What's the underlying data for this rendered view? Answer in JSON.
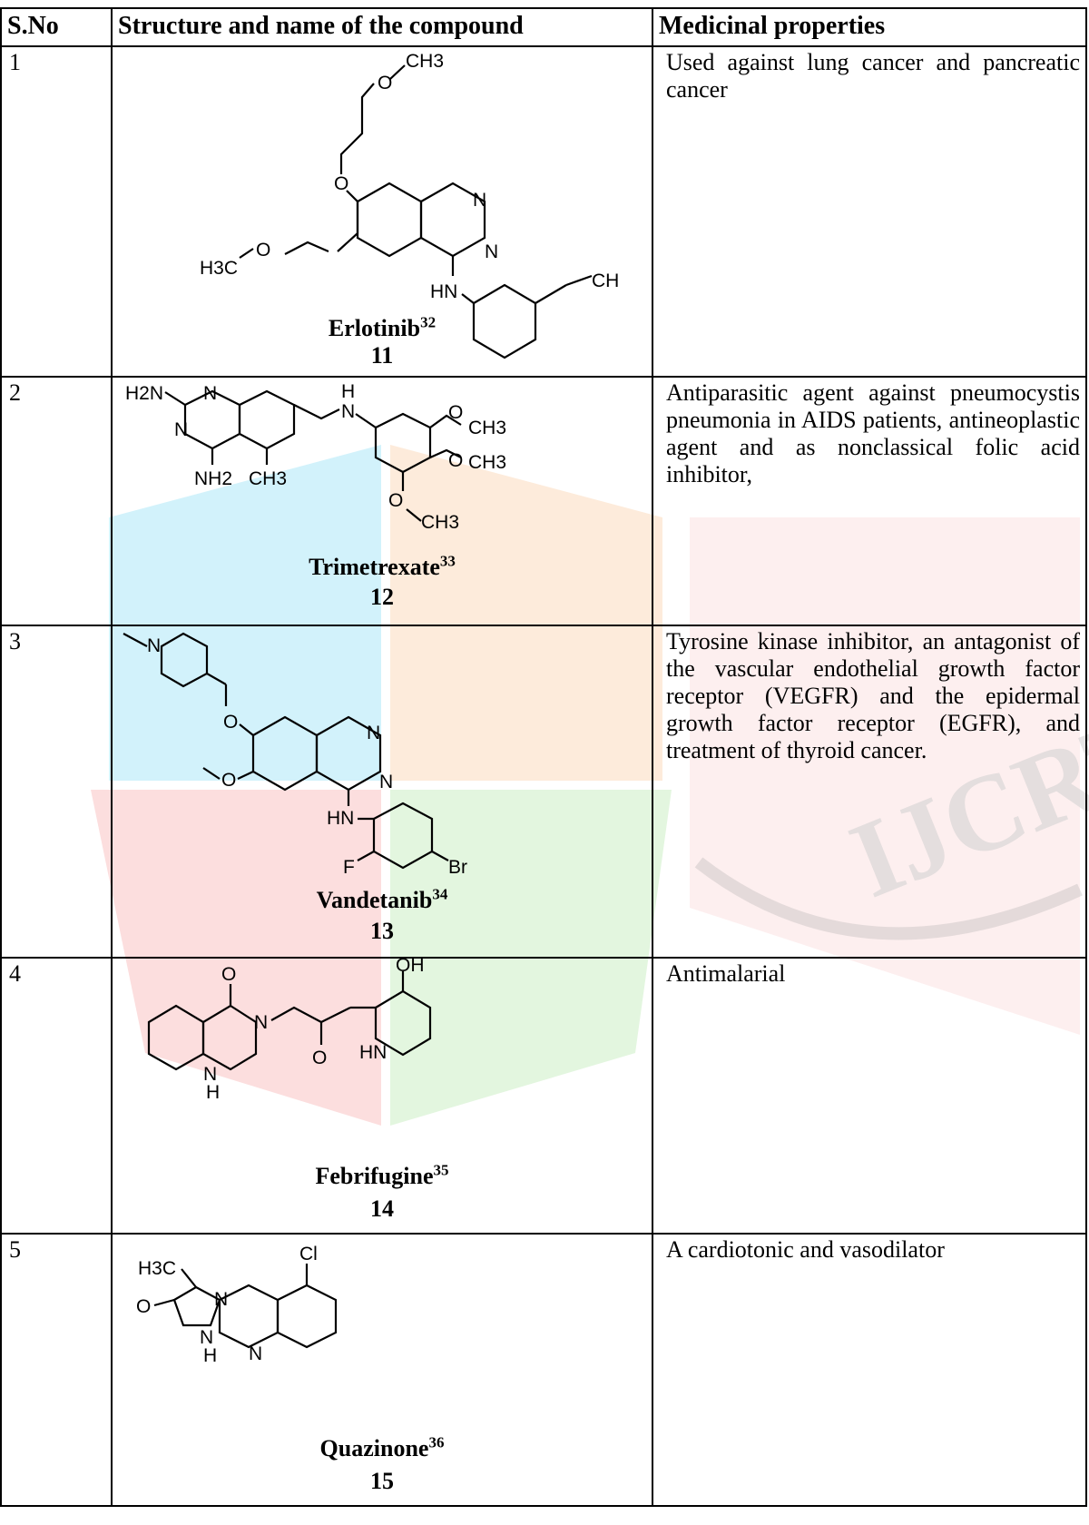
{
  "header": {
    "col_sno": "S.No",
    "col_structure": "Structure and  name of the compound",
    "col_properties": "Medicinal properties"
  },
  "rows": [
    {
      "sno": "1",
      "name": "Erlotinib",
      "ref": "32",
      "number": "11",
      "properties": "Used against lung cancer and pancreatic cancer"
    },
    {
      "sno": "2",
      "name": "Trimetrexate",
      "ref": "33",
      "number": "12",
      "properties": "Antiparasitic agent against pneumocystis pneumonia in AIDS patients, antineoplastic agent and as nonclassical folic acid inhibitor,"
    },
    {
      "sno": "3",
      "name": "Vandetanib",
      "ref": "34",
      "number": "13",
      "properties": "Tyrosine kinase inhibitor, an antagonist of the vascular endothelial growth factor receptor (VEGFR) and the epidermal growth factor receptor (EGFR), and treatment of thyroid cancer."
    },
    {
      "sno": "4",
      "name": "Febrifugine",
      "ref": "35",
      "number": "14",
      "properties": "Antimalarial"
    },
    {
      "sno": "5",
      "name": "Quazinone",
      "ref": "36",
      "number": "15",
      "properties": "A cardiotonic and vasodilator"
    }
  ],
  "structure_labels": {
    "erlotinib": {
      "ch3": "CH3",
      "o": "O",
      "n": "N",
      "h3c": "H3C",
      "hn": "HN",
      "ch": "CH"
    },
    "trimetrexate": {
      "h2n": "H2N",
      "n": "N",
      "h": "H",
      "nh2": "NH2",
      "ch3": "CH3",
      "o": "O"
    },
    "vandetanib": {
      "n": "N",
      "o": "O",
      "hn": "HN",
      "f": "F",
      "br": "Br"
    },
    "febrifugine": {
      "o": "O",
      "n": "N",
      "oh": "OH",
      "h": "H",
      "hn": "HN"
    },
    "quazinone": {
      "h3c": "H3C",
      "cl": "Cl",
      "n": "N",
      "o": "O",
      "h": "H"
    }
  },
  "watermark": {
    "text": "IJCRT",
    "colors": [
      "#33c4ec",
      "#f7a65a",
      "#f06b6b",
      "#7fd46c",
      "#d9d9d9"
    ]
  }
}
